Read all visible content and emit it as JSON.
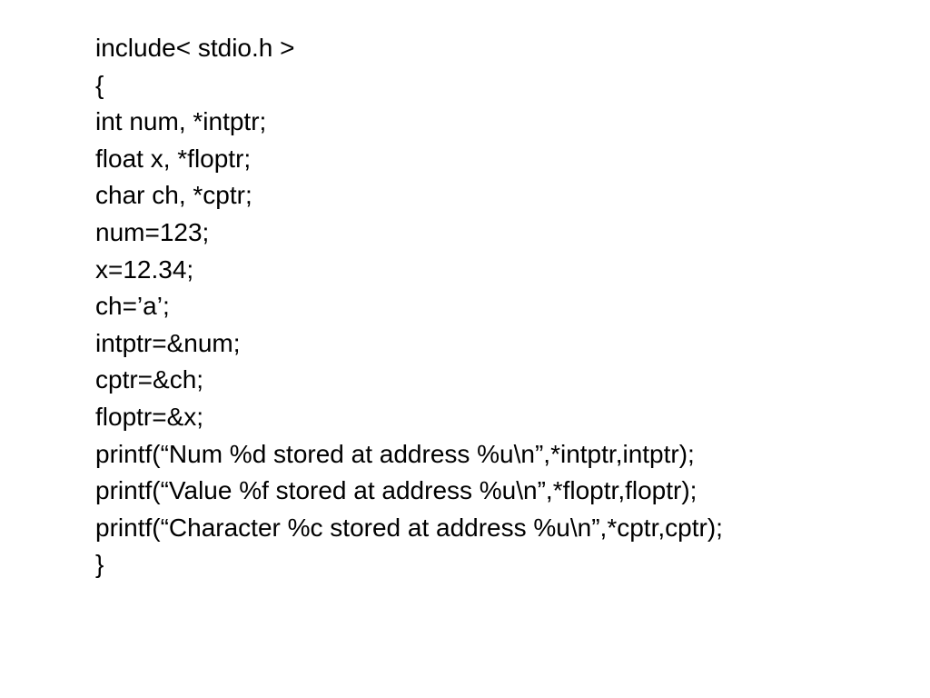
{
  "slide": {
    "lines": [
      "include< stdio.h >",
      "{",
      "int num, *intptr;",
      "float x, *floptr;",
      "char ch, *cptr;",
      "num=123;",
      "x=12.34;",
      "ch=’a’;",
      "intptr=&num;",
      "cptr=&ch;",
      "floptr=&x;",
      "printf(“Num %d stored at address %u\\n”,*intptr,intptr);",
      "printf(“Value %f stored at address %u\\n”,*floptr,floptr);",
      "printf(“Character %c stored at address %u\\n”,*cptr,cptr);",
      "}"
    ]
  }
}
